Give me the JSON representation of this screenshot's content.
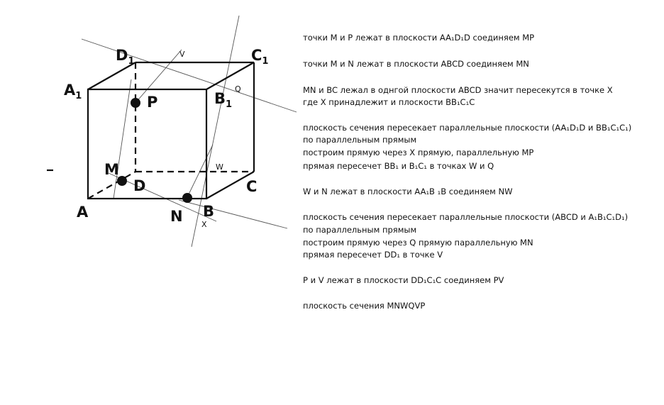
{
  "figure": {
    "vertices": {
      "a": "A",
      "b": "B",
      "c": "C",
      "d": "D",
      "a1_base": "A",
      "a1_sub": "1",
      "b1_base": "B",
      "b1_sub": "1",
      "c1_base": "C",
      "c1_sub": "1",
      "d1_base": "D",
      "d1_sub": "1"
    },
    "section_points": {
      "m": "M",
      "n": "N",
      "p": "P",
      "v": "V",
      "q": "Q",
      "w": "W",
      "x": "X"
    },
    "stray_mark": "_"
  },
  "notes": [
    "точки M и P лежат в плоскости AA₁D₁D соединяем MP",
    "точки M и N лежат в плоскости ABCD соединяем MN",
    "MN  и BC лежал в однгой плоскости ABCD значит пересекутся в точке X",
    "где X принадлежит и плоскости BB₁C₁C",
    "плоскость сечения пересекает параллельные плоскости (AA₁D₁D  и BB₁C₁C₁)",
    "по параллельным прямым",
    "построим прямую через X  прямую, параллельную MP",
    "прямая пересечет BB₁ и B₁C₁ в точках W и Q",
    "W и N лежат в плоскости AA₁B ₁B соединяем NW",
    "плоскость сечения пересекает параллельные плоскости (ABCD  и A₁B₁C₁D₁)",
    "по параллельным прямым",
    "построим прямую через Q  прямую параллельную MN",
    "прямая пересечет DD₁ в точке V",
    "P и V лежат в плоскости DD₁C₁C соединяем PV",
    "плоскость сечения MNWQVP"
  ]
}
